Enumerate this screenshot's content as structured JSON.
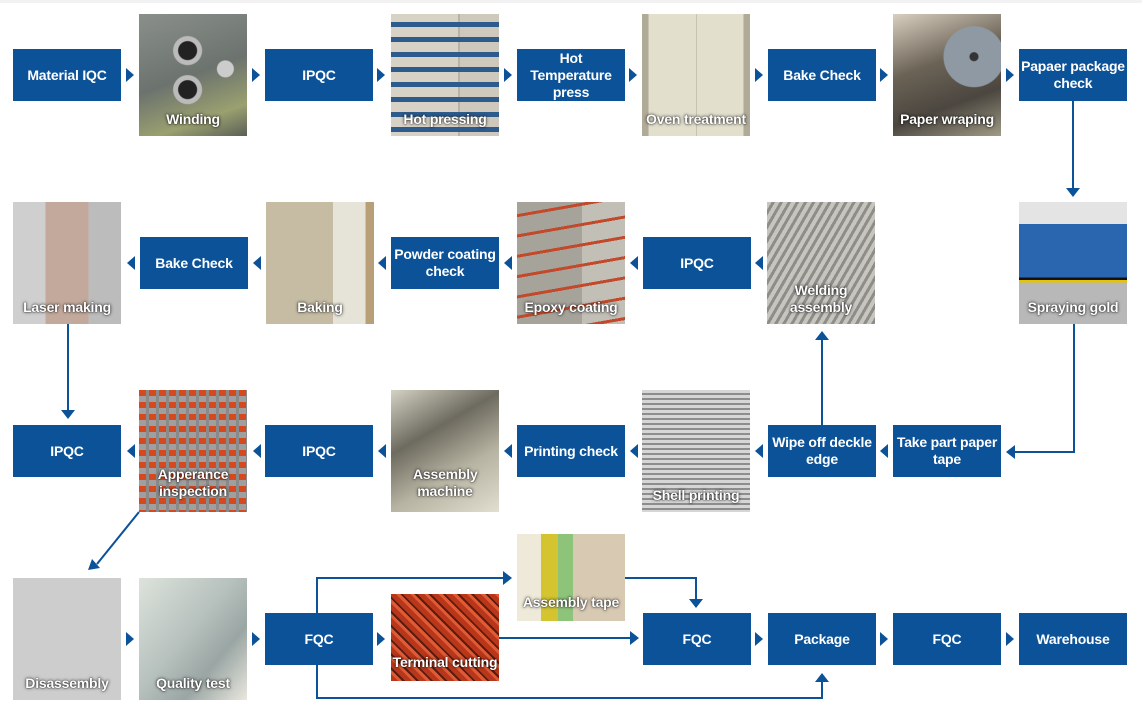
{
  "diagram": {
    "type": "process-flowchart",
    "colors": {
      "box": "#0b5298",
      "box_text": "#ffffff",
      "connector": "#0b5298",
      "disabled_step": "#cdcdcd"
    },
    "steps": {
      "material_iqc": "Material IQC",
      "winding": "Winding",
      "ipqc_1": "IPQC",
      "hot_pressing": "Hot pressing",
      "hot_temperature_press": "Hot Temperature press",
      "oven_treatment": "Oven treatment",
      "bake_check_1": "Bake Check",
      "paper_wraping": "Paper wraping",
      "paper_package_check": "Papaer package check",
      "spraying_gold": "Spraying gold",
      "welding_assembly": "Welding assembly",
      "ipqc_2": "IPQC",
      "epoxy_coating": "Epoxy coating",
      "powder_coating_check": "Powder coating check",
      "baking": "Baking",
      "bake_check_2": "Bake Check",
      "laser_making": "Laser making",
      "take_part_paper_tape": "Take part paper tape",
      "wipe_off_deckle_edge": "Wipe off deckle edge",
      "shell_printing": "Shell printing",
      "printing_check": "Printing check",
      "assembly_machine": "Assembly machine",
      "ipqc_3": "IPQC",
      "apperance_inspection": "Apperance inspection",
      "ipqc_4": "IPQC",
      "disassembly": "Disassembly",
      "quality_test": "Quality test",
      "fqc_1": "FQC",
      "terminal_cutting": "Terminal cutting",
      "assembly_tape": "Assembly tape",
      "fqc_2": "FQC",
      "package": "Package",
      "fqc_3": "FQC",
      "warehouse": "Warehouse"
    },
    "flow": [
      [
        "material_iqc",
        "winding"
      ],
      [
        "winding",
        "ipqc_1"
      ],
      [
        "ipqc_1",
        "hot_pressing"
      ],
      [
        "hot_pressing",
        "hot_temperature_press"
      ],
      [
        "hot_temperature_press",
        "oven_treatment"
      ],
      [
        "oven_treatment",
        "bake_check_1"
      ],
      [
        "bake_check_1",
        "paper_wraping"
      ],
      [
        "paper_wraping",
        "paper_package_check"
      ],
      [
        "paper_package_check",
        "spraying_gold"
      ],
      [
        "spraying_gold",
        "take_part_paper_tape"
      ],
      [
        "take_part_paper_tape",
        "wipe_off_deckle_edge"
      ],
      [
        "wipe_off_deckle_edge",
        "welding_assembly"
      ],
      [
        "welding_assembly",
        "ipqc_2"
      ],
      [
        "ipqc_2",
        "epoxy_coating"
      ],
      [
        "epoxy_coating",
        "powder_coating_check"
      ],
      [
        "powder_coating_check",
        "baking"
      ],
      [
        "baking",
        "bake_check_2"
      ],
      [
        "bake_check_2",
        "laser_making"
      ],
      [
        "laser_making",
        "ipqc_4"
      ],
      [
        "wipe_off_deckle_edge",
        "shell_printing"
      ],
      [
        "shell_printing",
        "printing_check"
      ],
      [
        "printing_check",
        "assembly_machine"
      ],
      [
        "assembly_machine",
        "ipqc_3"
      ],
      [
        "ipqc_3",
        "apperance_inspection"
      ],
      [
        "apperance_inspection",
        "ipqc_4"
      ],
      [
        "apperance_inspection",
        "disassembly"
      ],
      [
        "disassembly",
        "quality_test"
      ],
      [
        "quality_test",
        "fqc_1"
      ],
      [
        "fqc_1",
        "terminal_cutting"
      ],
      [
        "fqc_1",
        "assembly_tape"
      ],
      [
        "fqc_1",
        "package"
      ],
      [
        "terminal_cutting",
        "fqc_2"
      ],
      [
        "assembly_tape",
        "fqc_2"
      ],
      [
        "fqc_2",
        "package"
      ],
      [
        "package",
        "fqc_3"
      ],
      [
        "fqc_3",
        "warehouse"
      ]
    ]
  }
}
